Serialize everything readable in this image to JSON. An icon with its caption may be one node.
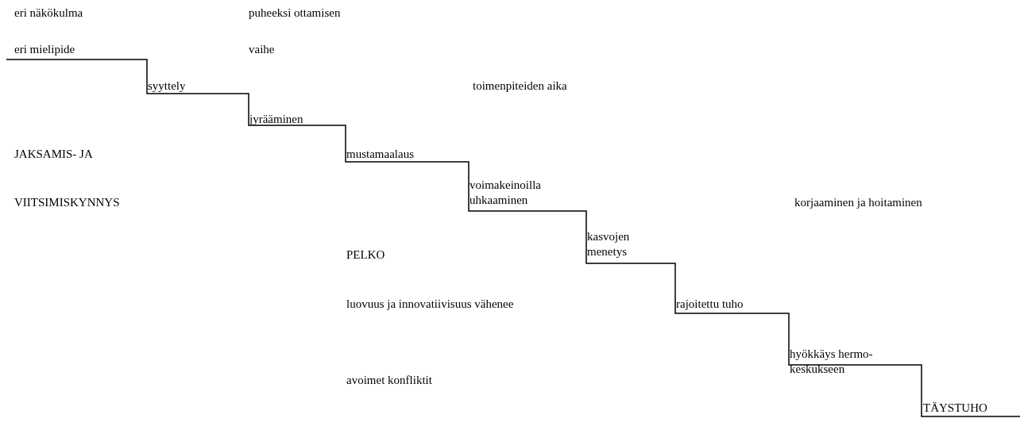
{
  "diagram": {
    "labels": [
      "eri näkökulma",
      "puheeksi ottamisen",
      "eri mielipide",
      "vaihe",
      "syyttely",
      "toimenpiteiden aika",
      "jyrääminen",
      "JAKSAMIS- JA",
      "mustamaalaus",
      "voimakeinoilla uhkaaminen",
      "VIITSIMISKYNNYS",
      "korjaaminen ja hoitaminen",
      "kasvojen menetys",
      "PELKO",
      "luovuus ja innovatiivisuus vähenee",
      "rajoitettu tuho",
      "hyökkäys hermo- keskukseen",
      "avoimet konfliktit",
      "TÄYSTUHO"
    ]
  }
}
